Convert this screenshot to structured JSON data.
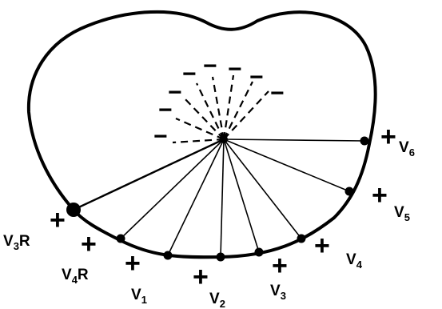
{
  "leads": [
    {
      "id": "v6",
      "name": "V",
      "sub": "6"
    },
    {
      "id": "v5",
      "name": "V",
      "sub": "5"
    },
    {
      "id": "v4",
      "name": "V",
      "sub": "4"
    },
    {
      "id": "v3",
      "name": "V",
      "sub": "3"
    },
    {
      "id": "v2",
      "name": "V",
      "sub": "2"
    },
    {
      "id": "v1",
      "name": "V",
      "sub": "1"
    },
    {
      "id": "v4r",
      "name": "V",
      "sub": "4",
      "suffix": "R"
    },
    {
      "id": "v3r",
      "name": "V",
      "sub": "3",
      "suffix": "R"
    }
  ],
  "positive_sign": "+",
  "negative_sign": "−"
}
